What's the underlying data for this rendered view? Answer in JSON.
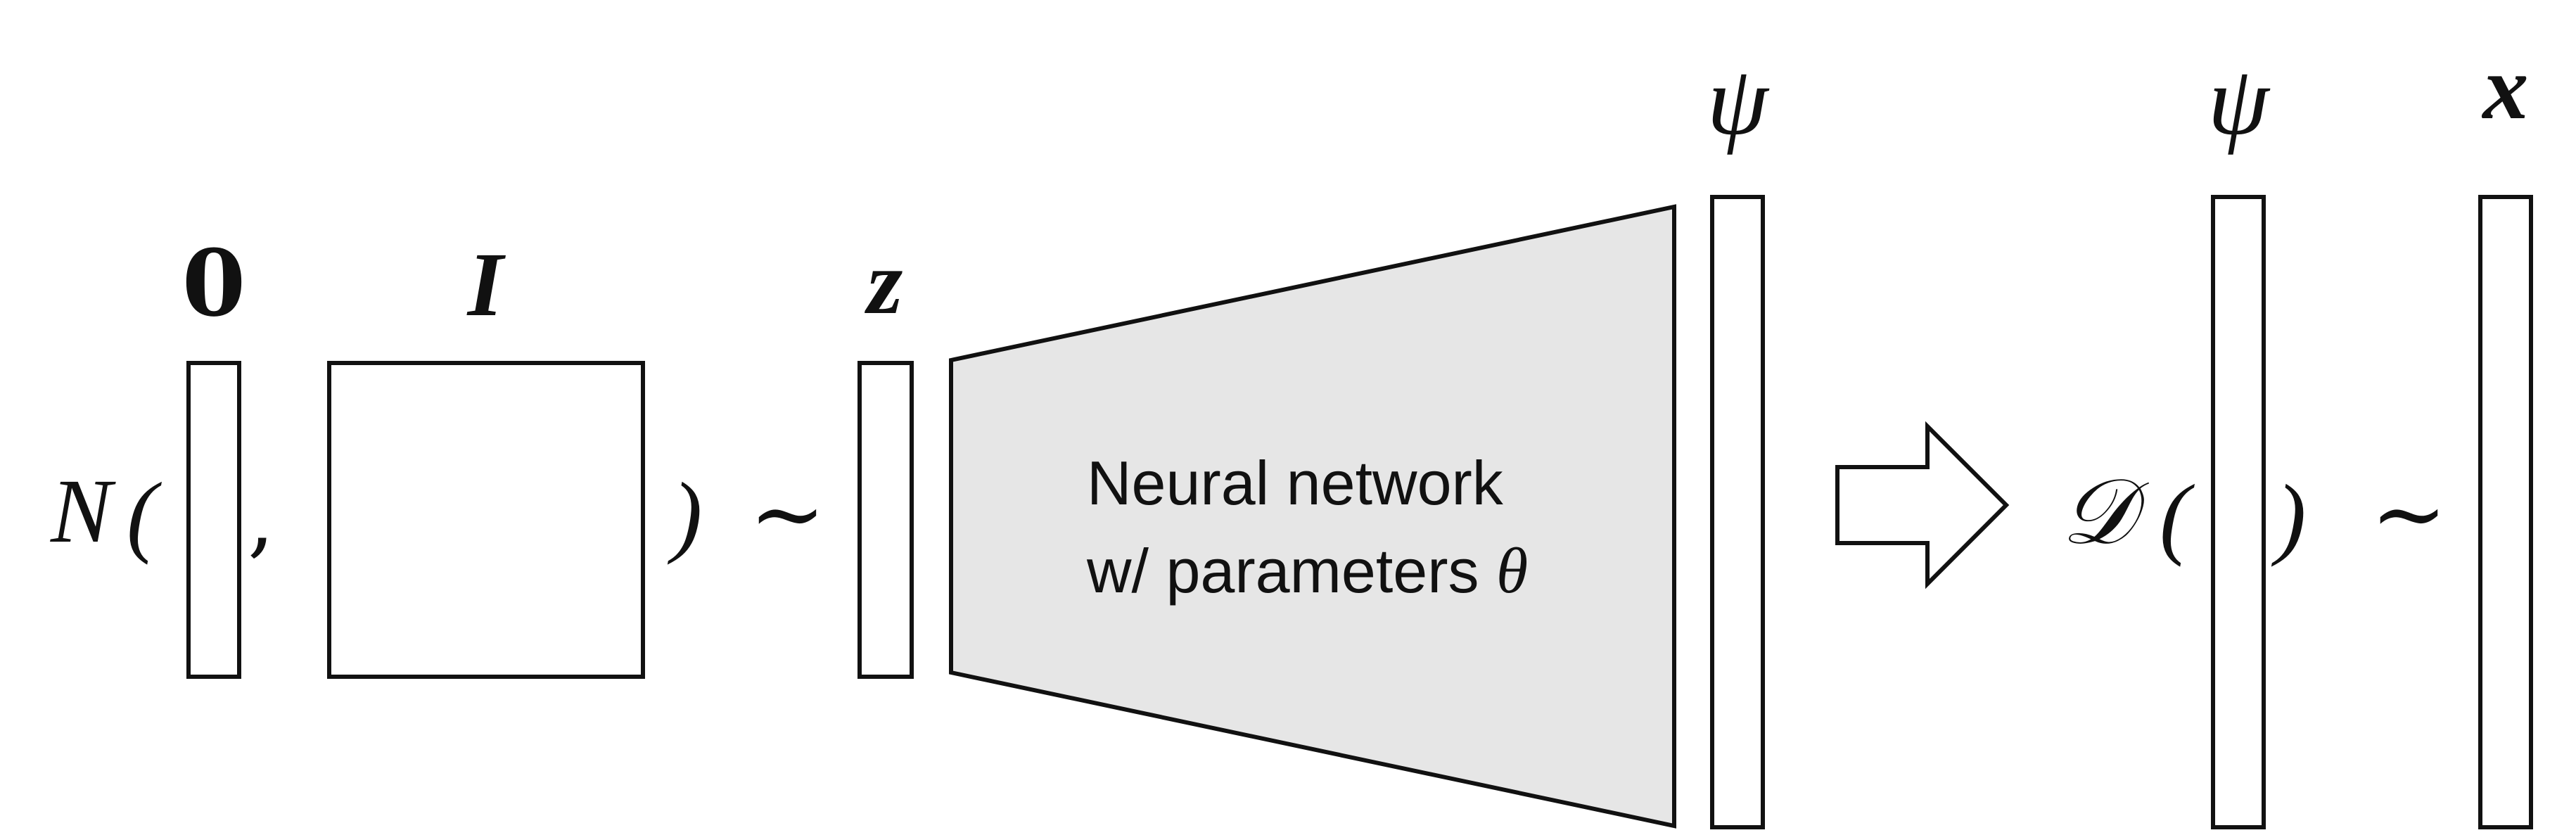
{
  "diagram": {
    "prior": {
      "distribution_symbol": "N",
      "open_paren": "(",
      "comma": ",",
      "close_paren": ")",
      "mean_label": "0",
      "cov_label": "I",
      "tilde": "~"
    },
    "latent": {
      "label": "z"
    },
    "network": {
      "line1": "Neural network",
      "line2_prefix": "w/ parameters ",
      "line2_symbol": "θ"
    },
    "output": {
      "label": "ψ"
    },
    "likelihood": {
      "distribution_symbol": "𝒟",
      "open_paren": "(",
      "close_paren": ")",
      "param_label": "ψ",
      "tilde": "~"
    },
    "data": {
      "label": "x"
    },
    "colors": {
      "stroke": "#111111",
      "network_fill": "#e6e6e6",
      "background": "#ffffff"
    }
  }
}
